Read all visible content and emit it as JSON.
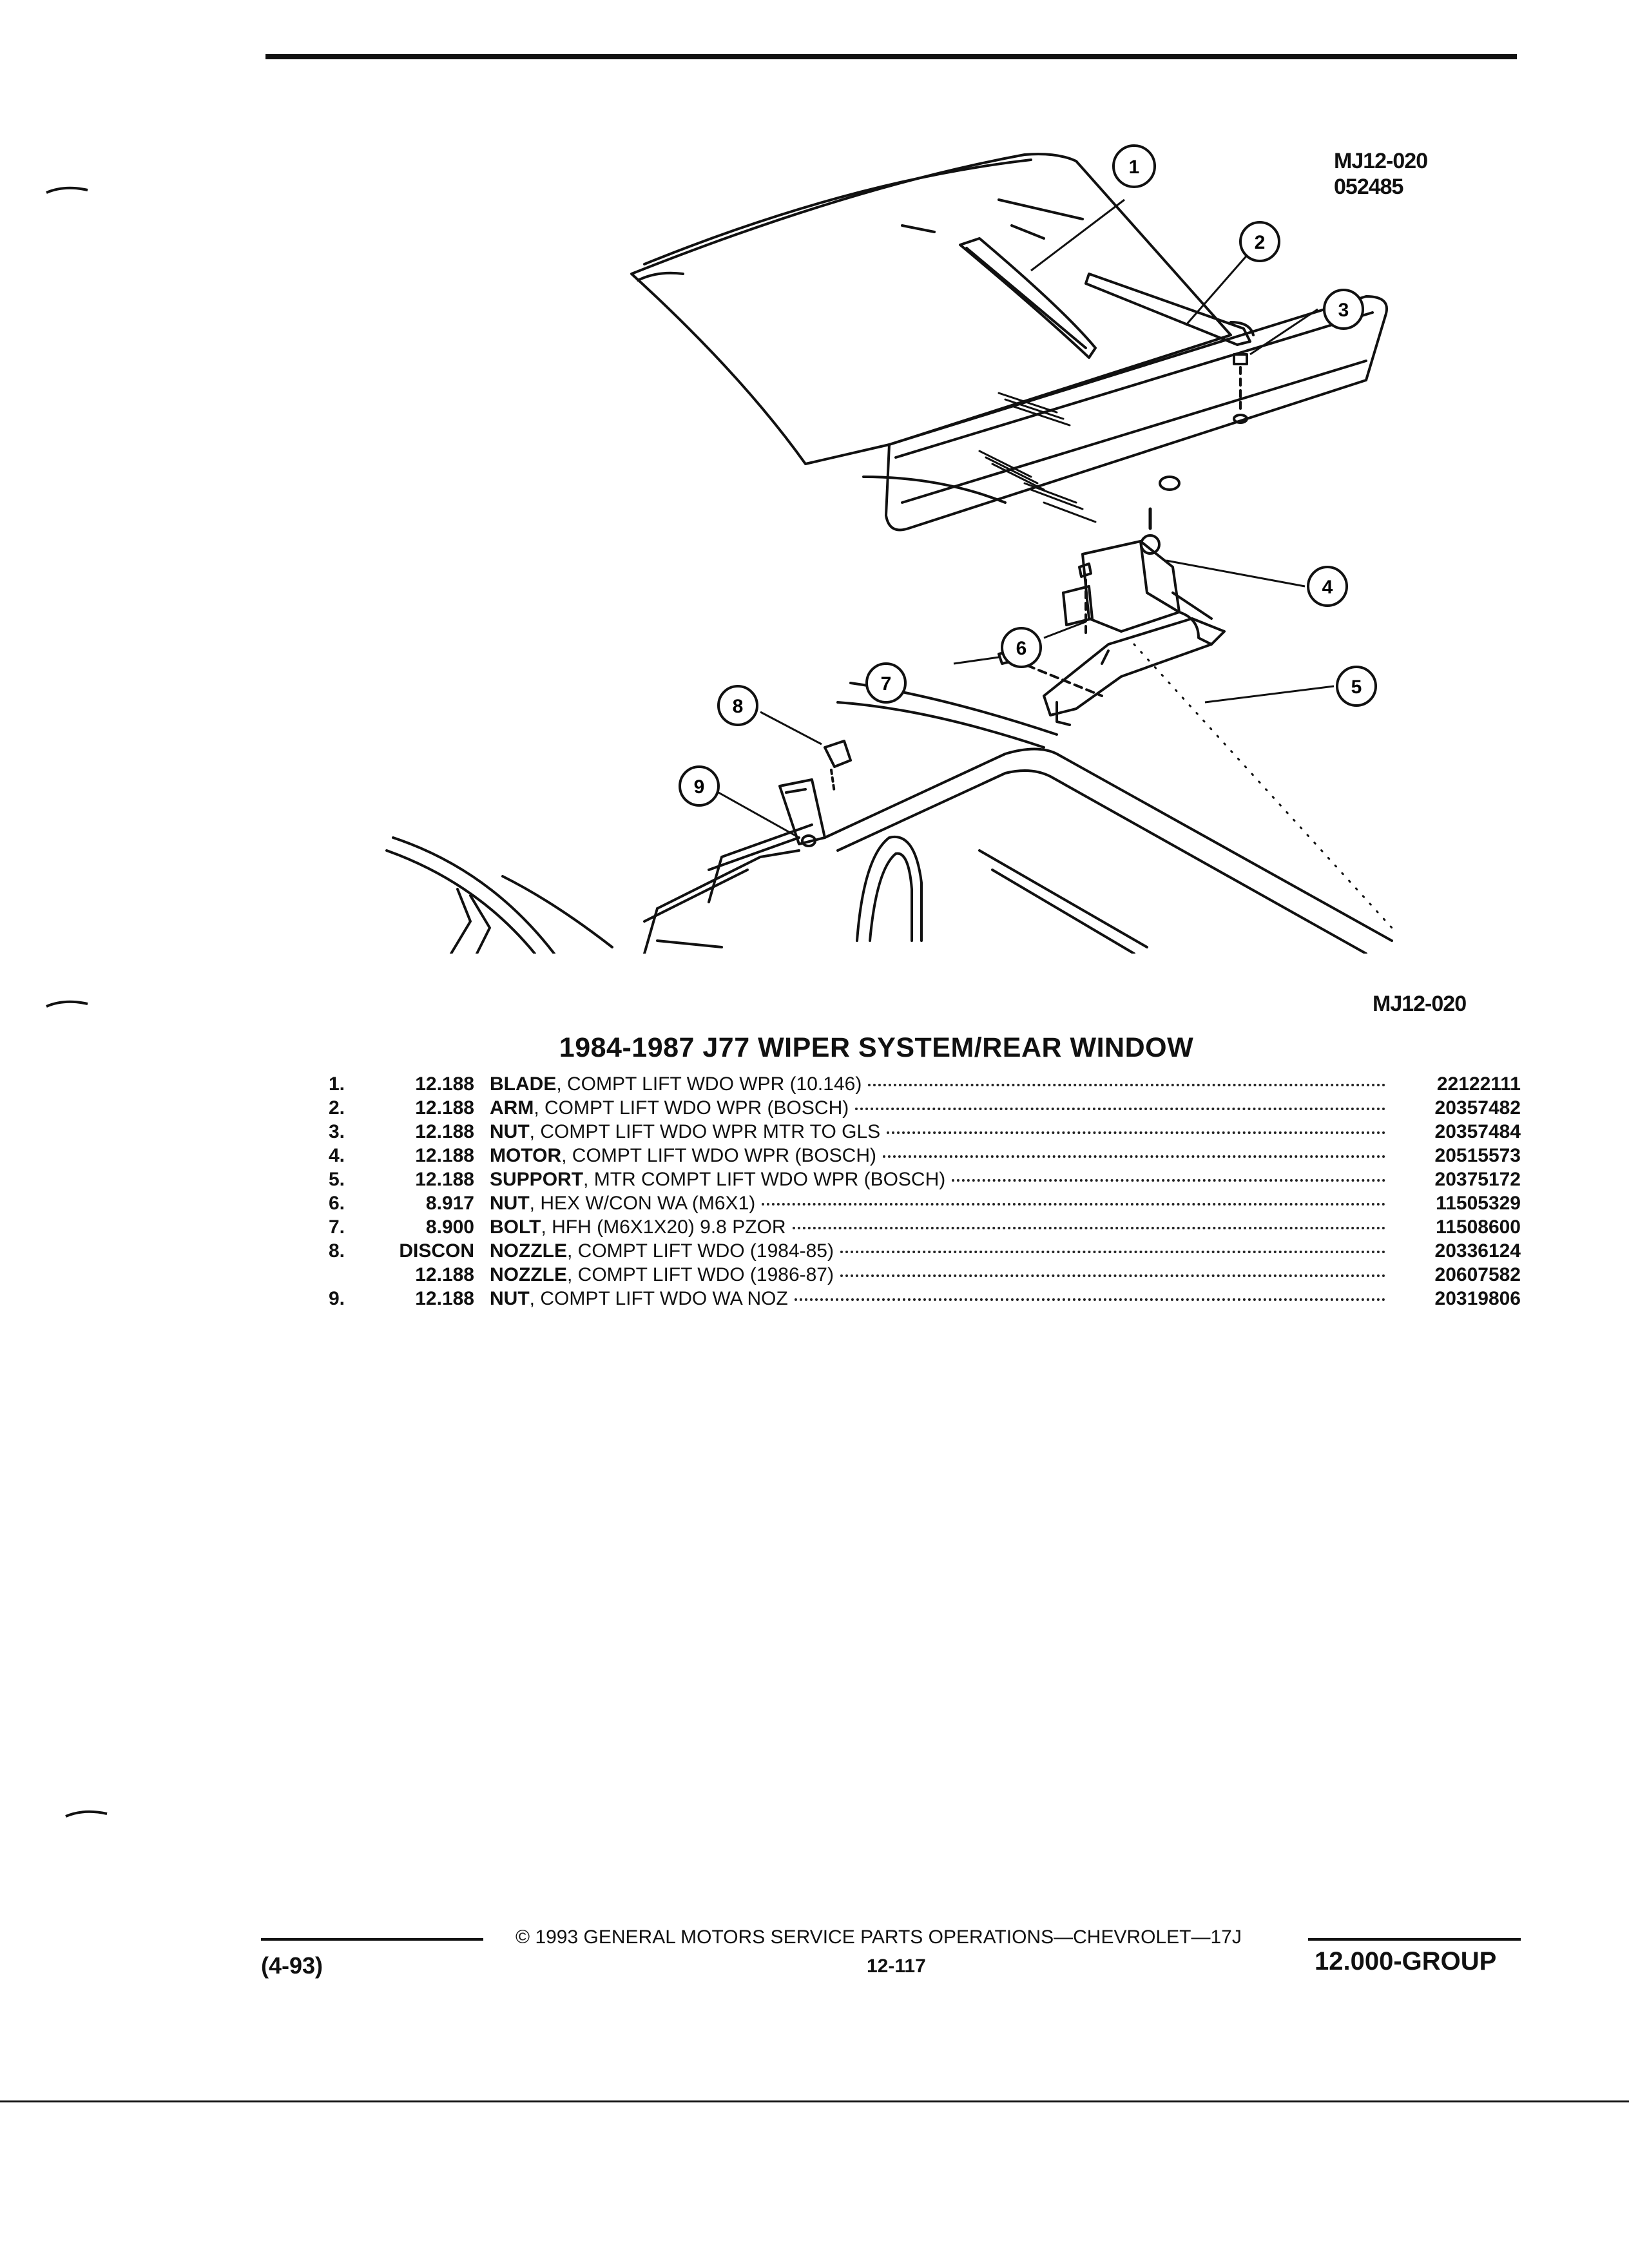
{
  "diagram": {
    "ref_code": "MJ12-020",
    "date_code": "052485",
    "bottom_ref": "MJ12-020",
    "callouts": [
      "1",
      "2",
      "3",
      "4",
      "5",
      "6",
      "7",
      "8",
      "9"
    ]
  },
  "section": {
    "title": "1984-1987 J77 WIPER SYSTEM/REAR WINDOW"
  },
  "parts": [
    {
      "idx": "1.",
      "code": "12.188",
      "name": "BLADE",
      "detail": ", COMPT LIFT WDO WPR (10.146)",
      "part": "22122111"
    },
    {
      "idx": "2.",
      "code": "12.188",
      "name": "ARM",
      "detail": ", COMPT LIFT WDO WPR (BOSCH)",
      "part": "20357482"
    },
    {
      "idx": "3.",
      "code": "12.188",
      "name": "NUT",
      "detail": ", COMPT LIFT WDO WPR MTR TO GLS",
      "part": "20357484"
    },
    {
      "idx": "4.",
      "code": "12.188",
      "name": "MOTOR",
      "detail": ", COMPT LIFT WDO WPR (BOSCH)",
      "part": "20515573"
    },
    {
      "idx": "5.",
      "code": "12.188",
      "name": "SUPPORT",
      "detail": ", MTR COMPT LIFT WDO WPR (BOSCH)",
      "part": "20375172"
    },
    {
      "idx": "6.",
      "code": "8.917",
      "name": "NUT",
      "detail": ", HEX W/CON WA (M6X1)",
      "part": "11505329"
    },
    {
      "idx": "7.",
      "code": "8.900",
      "name": "BOLT",
      "detail": ", HFH (M6X1X20) 9.8 PZOR",
      "part": "11508600"
    },
    {
      "idx": "8.",
      "code": "DISCON",
      "name": "NOZZLE",
      "detail": ", COMPT LIFT WDO (1984-85)",
      "part": "20336124"
    },
    {
      "idx": "",
      "code": "12.188",
      "name": "NOZZLE",
      "detail": ", COMPT LIFT WDO (1986-87)",
      "part": "20607582"
    },
    {
      "idx": "9.",
      "code": "12.188",
      "name": "NUT",
      "detail": ", COMPT LIFT WDO WA NOZ",
      "part": "20319806"
    }
  ],
  "footer": {
    "copyright": "© 1993 GENERAL MOTORS SERVICE PARTS OPERATIONS—CHEVROLET—17J",
    "revision": "(4-93)",
    "page": "12-117",
    "group": "12.000-GROUP"
  }
}
